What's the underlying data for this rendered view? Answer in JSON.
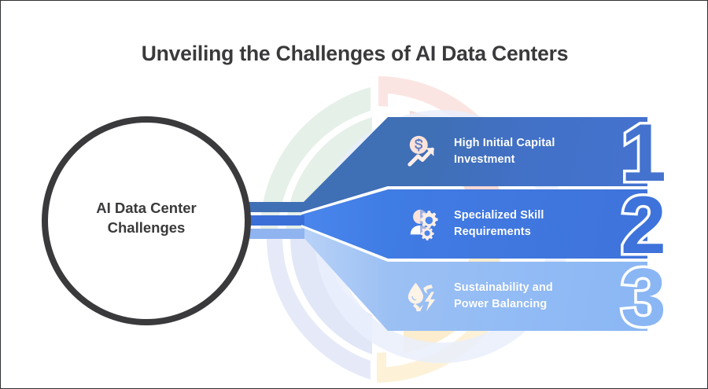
{
  "page": {
    "title": "Unveiling the Challenges of AI Data Centers",
    "background_color": "#ffffff",
    "border_color": "#2f3133"
  },
  "hub": {
    "label_line1": "AI Data Center",
    "label_line2": "Challenges",
    "ring_color": "#3a3a3c",
    "text_color": "#3a3a3c"
  },
  "items": [
    {
      "number": "1",
      "icon": "dollar-growth-icon",
      "title_line1": "High Initial Capital",
      "title_line2": "Investment",
      "bar_color": "#4472cf",
      "number_color": "#4472cf"
    },
    {
      "number": "2",
      "icon": "person-gear-icon",
      "title_line1": "Specialized Skill",
      "title_line2": "Requirements",
      "bar_color": "#3e73db",
      "number_color": "#3e73db"
    },
    {
      "number": "3",
      "icon": "droplet-bolt-icon",
      "title_line1": "Sustainability and",
      "title_line2": "Power Balancing",
      "bar_color": "#8ab6f4",
      "number_color": "#8ab6f4"
    }
  ],
  "decor": {
    "arc_green": "#e3efe6",
    "arc_pink": "#fbe4e2",
    "arc_cream": "#fdf4dd",
    "arc_lavender": "#e4e8f7",
    "arc_blue": "#dfe8fb"
  }
}
